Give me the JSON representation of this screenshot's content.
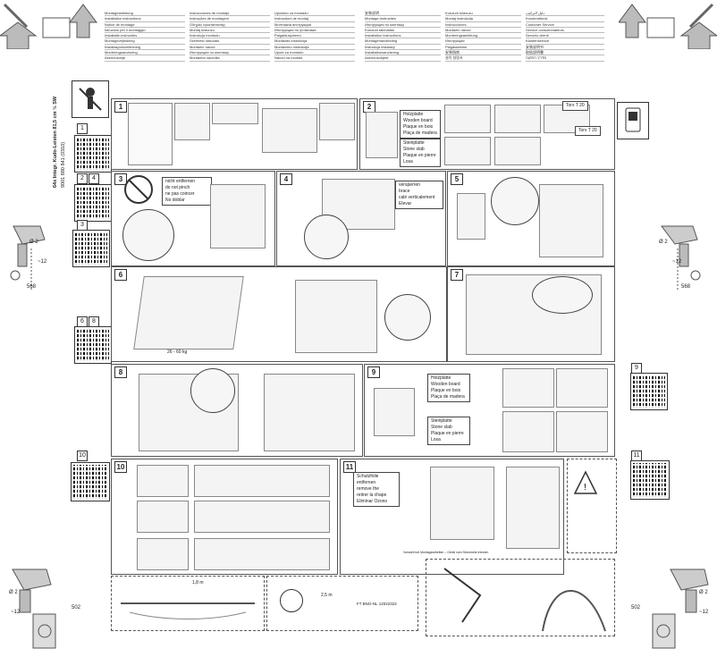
{
  "product_label": "64x Integr. Kudo-Leisten 81,5 cm  ½  SW",
  "doc_number": "9001 880 841 (0310)",
  "languages": {
    "col1": [
      "Montageanleitung",
      "Installation instructions",
      "Notice de montage",
      "Istruzioni per il montaggio",
      "Installatie-instructies",
      "Montagevejledning",
      "Installasjonsveiledning",
      "Monteringsanvisning",
      "Asennusohje"
    ],
    "col2": [
      "Instrucciones de montaje",
      "Instruções de montagem",
      "Οδηγίες εγκατάστασης",
      "Montaj kılavuzu",
      "Instrukcja montażu",
      "Szerelési útmutató",
      "Montážní návod",
      "Инструкция по монтажу",
      "Montažna navodila"
    ],
    "col3": [
      "Uputstvo za montažu",
      "Instrucțiuni de montaj",
      "Монтажна инструкция",
      "Инструкция по установке",
      "Paigaldusjuhend",
      "Montāžas instrukcija",
      "Montavimo instrukcija",
      "Upute za montažu",
      "Návod na montáž"
    ],
    "col4": [
      "安装说明",
      "Montage-instructies",
      "Инструкция по монтажу",
      "Kurulum talimatları",
      "Installation instructions",
      "Montagehandleiding",
      "Instrukcja instalacji",
      "Installationsanvisning",
      "Asennusohjeet"
    ],
    "col5": [
      "Kurulum kılavuzu",
      "Montaj instrukcija",
      "Instrucciones",
      "Montážní návod",
      "Monteringsanleitung",
      "Инструкция",
      "Paigaldamine",
      "安装指南",
      "설치 설명서"
    ],
    "col6": [
      "دليل التركيب",
      "Kundendienst",
      "Customer Service",
      "Service consommateurs",
      "Servizio clienti",
      "Klantenservice",
      "安装说明书",
      "取扱説明書",
      "מדריך התקנה"
    ]
  },
  "qr_labels": [
    "1",
    "2",
    "4",
    "3",
    "6",
    "8",
    "9",
    "10",
    "11"
  ],
  "panels": [
    {
      "num": "1"
    },
    {
      "num": "2"
    },
    {
      "num": "3"
    },
    {
      "num": "4"
    },
    {
      "num": "5"
    },
    {
      "num": "6"
    },
    {
      "num": "7"
    },
    {
      "num": "8"
    },
    {
      "num": "9"
    },
    {
      "num": "10"
    },
    {
      "num": "11"
    }
  ],
  "torx1": "Torx T 20",
  "torx2": "Torx T 20",
  "wood_box_2": [
    "Holzplatte",
    "Wooden board",
    "Plaque en bois",
    "Plaça de madera"
  ],
  "stone_box_2": [
    "Steinplatte",
    "Stone slab",
    "Plaque en pierre",
    "Losa"
  ],
  "remove_box_3": [
    "nicht entfernen",
    "do not pinch",
    "ne pas coincer",
    "No doblar"
  ],
  "fold_box_4": [
    "versperren",
    "brace",
    "calé verticalement",
    "Elevar"
  ],
  "wood_box_9": [
    "Holzplatte",
    "Wooden board",
    "Plaque en bois",
    "Plaça de madera"
  ],
  "stone_box_9": [
    "Steinplatte",
    "Stone slab",
    "Plaque en pierre",
    "Losa"
  ],
  "rem_box_11": [
    "Schutzfolie entfernen",
    "remove the",
    "retirer la chape",
    "Eliminar Ozono"
  ],
  "weight": "26 - 60 kg",
  "dim_vals": {
    "d2": "Ø 2",
    "d12": "~12",
    "d568": "568",
    "d502": "502"
  },
  "power_len": "2,5 m",
  "hose_len": "1,8 m",
  "part_no": "FT BNO-NL  12022322",
  "legal_text": "Vorsicht bei Montagearbeiten – Gerät vom Stromnetz trennen",
  "accent": "#222222"
}
